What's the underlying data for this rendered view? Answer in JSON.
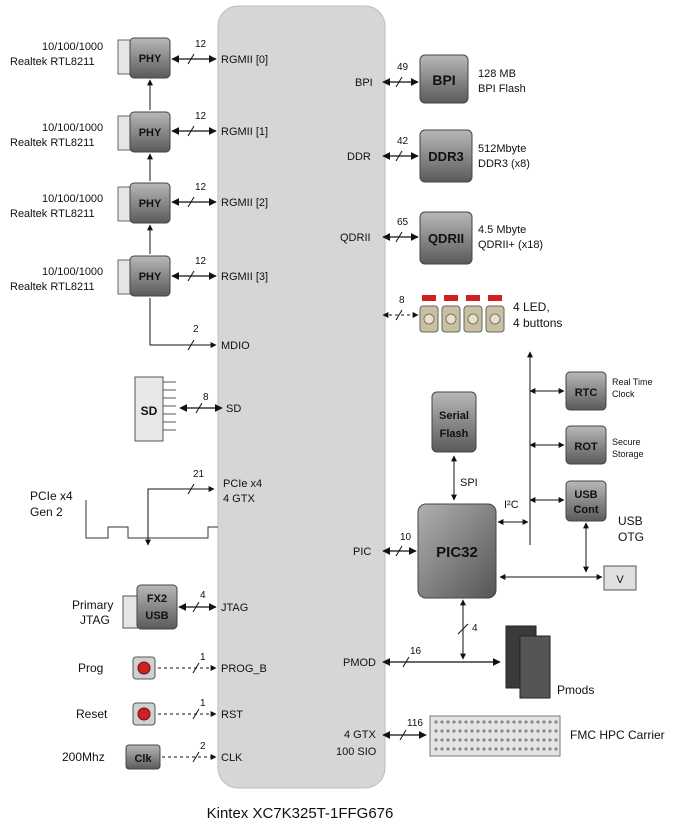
{
  "fpga": {
    "caption": "Kintex XC7K325T-1FFG676"
  },
  "phys": [
    {
      "speed": "10/100/1000",
      "part": "Realtek RTL8211",
      "chip": "PHY",
      "bus": "12",
      "port": "RGMII [0]"
    },
    {
      "speed": "10/100/1000",
      "part": "Realtek RTL8211",
      "chip": "PHY",
      "bus": "12",
      "port": "RGMII [1]"
    },
    {
      "speed": "10/100/1000",
      "part": "Realtek RTL8211",
      "chip": "PHY",
      "bus": "12",
      "port": "RGMII [2]"
    },
    {
      "speed": "10/100/1000",
      "part": "Realtek RTL8211",
      "chip": "PHY",
      "bus": "12",
      "port": "RGMII [3]"
    }
  ],
  "mdio": {
    "bus": "2",
    "port": "MDIO"
  },
  "sd": {
    "chip": "SD",
    "bus": "8",
    "port": "SD"
  },
  "pcie": {
    "label1": "PCIe x4",
    "label2": "Gen 2",
    "bus": "21",
    "port1": "PCIe x4",
    "port2": "4 GTX"
  },
  "jtag": {
    "label1": "Primary",
    "label2": "JTAG",
    "chip1": "FX2",
    "chip2": "USB",
    "bus": "4",
    "port": "JTAG"
  },
  "prog": {
    "label": "Prog",
    "bus": "1",
    "port": "PROG_B"
  },
  "reset": {
    "label": "Reset",
    "bus": "1",
    "port": "RST"
  },
  "clk": {
    "label": "200Mhz",
    "chip": "Clk",
    "bus": "2",
    "port": "CLK"
  },
  "bpi": {
    "port": "BPI",
    "bus": "49",
    "chip": "BPI",
    "desc1": "128 MB",
    "desc2": "BPI Flash"
  },
  "ddr": {
    "port": "DDR",
    "bus": "42",
    "chip": "DDR3",
    "desc1": "512Mbyte",
    "desc2": "DDR3 (x8)"
  },
  "qdr": {
    "port": "QDRII",
    "bus": "65",
    "chip": "QDRII",
    "desc1": "4.5 Mbyte",
    "desc2": "QDRII+ (x18)"
  },
  "leds": {
    "bus": "8",
    "desc1": "4 LED,",
    "desc2": "4 buttons"
  },
  "serial_flash": {
    "chip1": "Serial",
    "chip2": "Flash",
    "bus": "SPI"
  },
  "i2c": {
    "label": "I²C"
  },
  "rtc": {
    "chip": "RTC",
    "desc1": "Real Time",
    "desc2": "Clock"
  },
  "rot": {
    "chip": "ROT",
    "desc1": "Secure",
    "desc2": "Storage"
  },
  "usbc": {
    "chip1": "USB",
    "chip2": "Cont",
    "desc1": "USB",
    "desc2": "OTG"
  },
  "pic": {
    "port": "PIC",
    "bus": "10",
    "chip": "PIC32",
    "pmod_bus": "4"
  },
  "pmod": {
    "port": "PMOD",
    "bus": "16",
    "label": "Pmods"
  },
  "fmc": {
    "port1": "4 GTX",
    "port2": "100 SIO",
    "bus": "116",
    "label": "FMC HPC Carrier"
  }
}
